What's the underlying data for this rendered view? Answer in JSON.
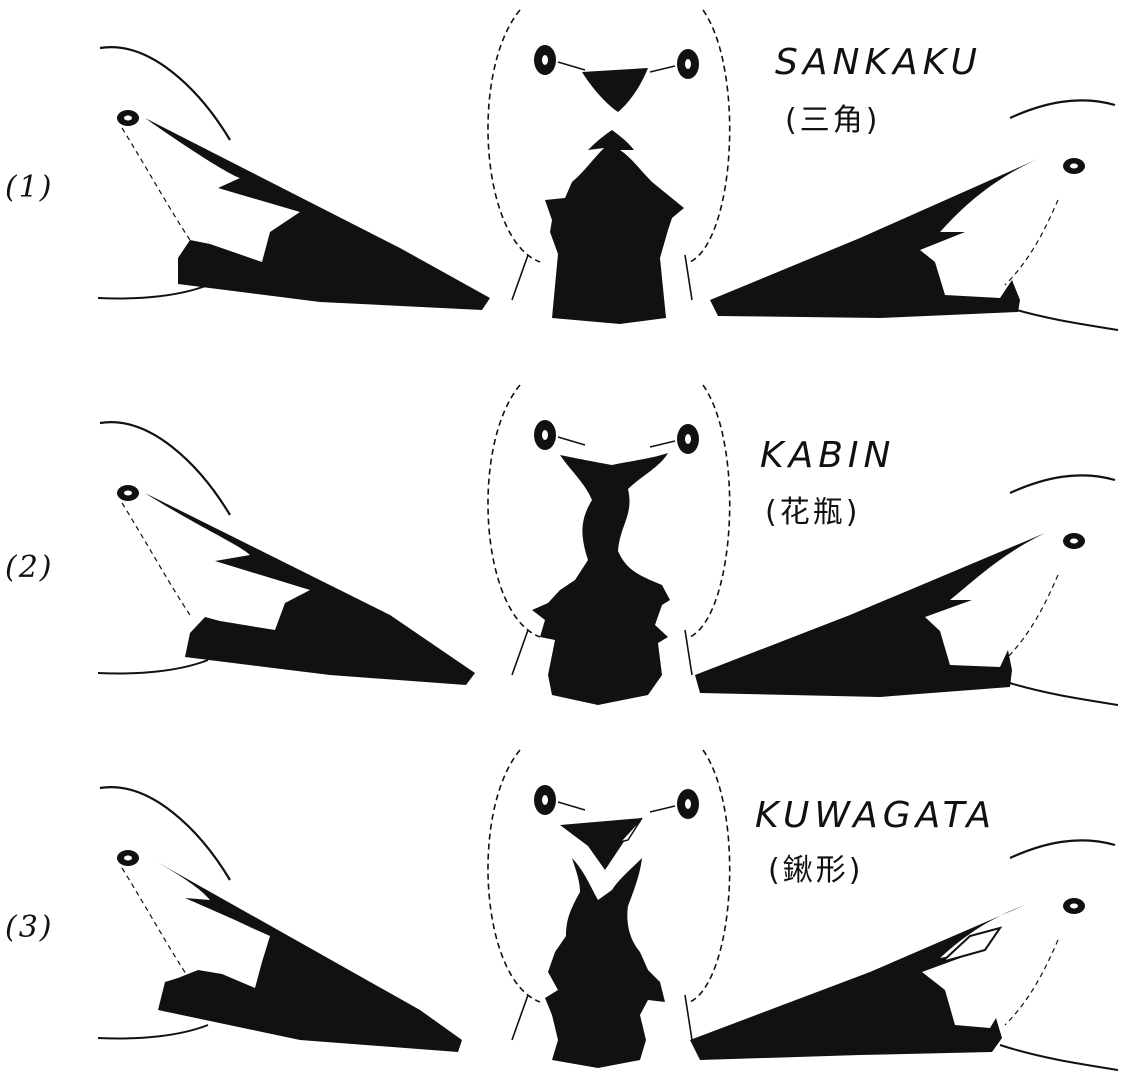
{
  "figure": {
    "rows": [
      {
        "number": "(1)",
        "name": "SANKAKU",
        "kanji": "(三角)"
      },
      {
        "number": "(2)",
        "name": "KABIN",
        "kanji": "(花瓶)"
      },
      {
        "number": "(3)",
        "name": "KUWAGATA",
        "kanji": "(鍬形)"
      }
    ]
  },
  "colors": {
    "ink": "#111111",
    "paper": "#ffffff"
  }
}
